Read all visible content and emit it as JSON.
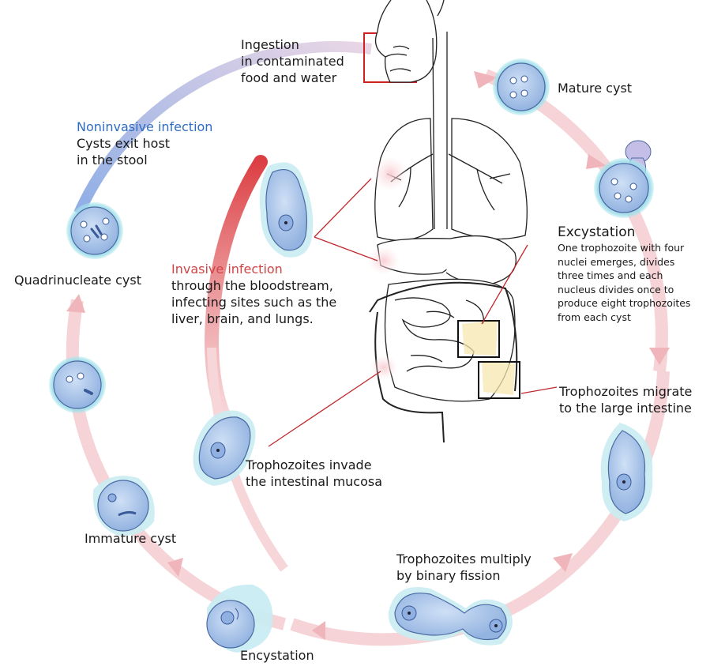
{
  "labels": {
    "ingestion": [
      "Ingestion",
      "in contaminated",
      "food and water"
    ],
    "mature_cyst": "Mature cyst",
    "noninvasive_title": "Noninvasive infection",
    "noninvasive_body": [
      "Cysts exit host",
      "in the stool"
    ],
    "invasive_title": "Invasive infection",
    "invasive_body": [
      "through the bloodstream,",
      "infecting sites such as the",
      "liver, brain, and lungs."
    ],
    "quadrinucleate_cyst": "Quadrinucleate cyst",
    "excystation_title": "Excystation",
    "excystation_body": [
      "One trophozoite with four",
      "nuclei emerges, divides",
      "three times and each",
      "nucleus divides once to",
      "produce eight trophozoites",
      "from each cyst"
    ],
    "trophozoites_migrate": [
      "Trophozoites  migrate",
      "to the large intestine"
    ],
    "trophozoites_invade": [
      "Trophozoites invade",
      "the intestinal mucosa"
    ],
    "immature_cyst": "Immature cyst",
    "trophozoites_multiply": [
      "Trophozoites multiply",
      "by binary fission"
    ],
    "encystation": "Encystation"
  },
  "colors": {
    "cycle_ring": "#f6d4d6",
    "cycle_arrow": "#f0b6ba",
    "noninvasive_path": "#9fb8e8",
    "invasive_path": "#e05a5c",
    "cell_fill": "#a9c7ec",
    "cell_glow": "#c9ecf2",
    "cell_edge": "#4a6aa3",
    "leader_line": "#c0282e",
    "highlight_box_red": "#cc2222",
    "highlight_box_black": "#111111"
  },
  "icons": [
    "cyst-icon",
    "trophozoite-icon",
    "human-digestive-system-icon"
  ]
}
